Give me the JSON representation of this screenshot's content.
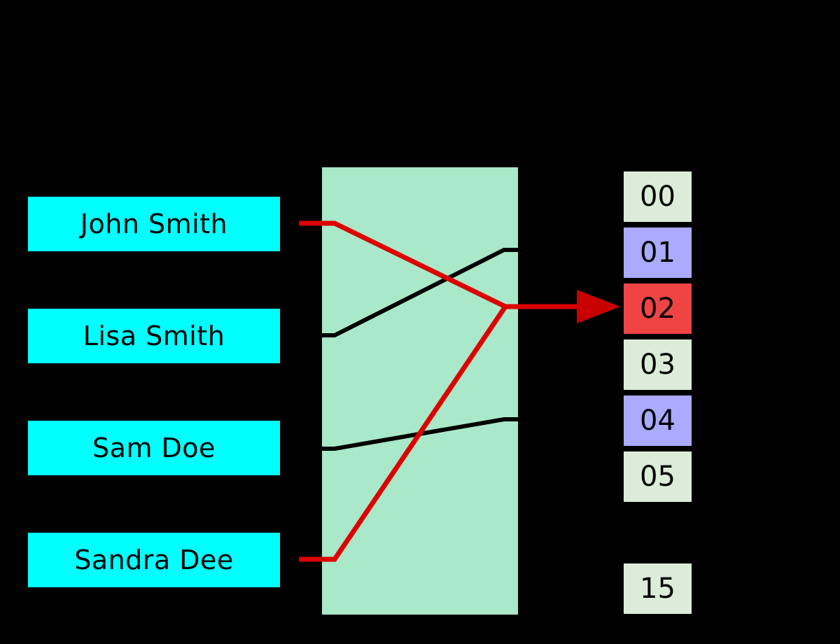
{
  "diagram": {
    "title": "hash-table-mapping",
    "hash_function": {
      "name": "hash-function-box",
      "fill": "#a9e8c8"
    },
    "keys": [
      {
        "label": "John Smith",
        "wire": "red",
        "maps_to": "02"
      },
      {
        "label": "Lisa Smith",
        "wire": "black",
        "maps_to": "01"
      },
      {
        "label": "Sam Doe",
        "wire": "black",
        "maps_to": "04"
      },
      {
        "label": "Sandra Dee",
        "wire": "red",
        "maps_to": "02"
      }
    ],
    "key_box_color": "#00ffff",
    "buckets": [
      {
        "index": "00",
        "state": "empty",
        "color": "#dcecd8"
      },
      {
        "index": "01",
        "state": "occupied",
        "color": "#aaaaff"
      },
      {
        "index": "02",
        "state": "collision",
        "color": "#ee4444"
      },
      {
        "index": "03",
        "state": "empty",
        "color": "#dcecd8"
      },
      {
        "index": "04",
        "state": "occupied",
        "color": "#aaaaff"
      },
      {
        "index": "05",
        "state": "empty",
        "color": "#dcecd8"
      },
      {
        "index": "15",
        "state": "empty",
        "color": "#dcecd8"
      }
    ],
    "colors": {
      "background": "#000000",
      "collision_wire": "#dd0000",
      "arrowhead": "#c80000",
      "normal_wire": "#000000"
    }
  }
}
